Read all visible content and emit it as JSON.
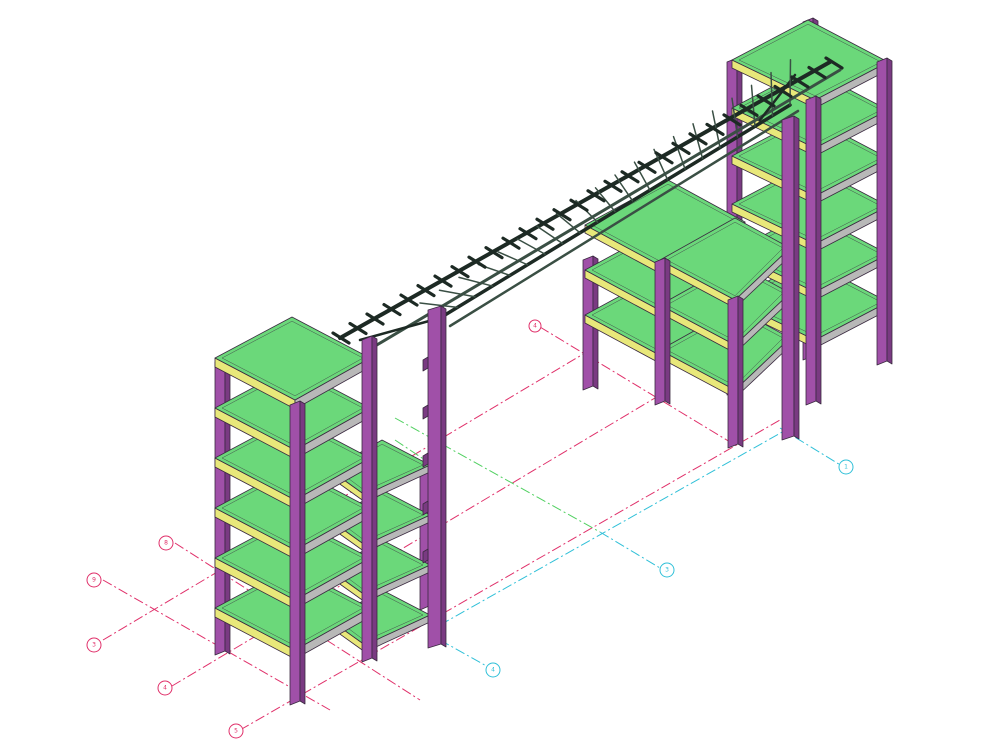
{
  "colors": {
    "background": "#ffffff",
    "slab_top": "#6bd87a",
    "slab_edge": "#e8e87a",
    "slab_side": "#b8b8b8",
    "column": "#a050a8",
    "column_dark": "#7a3a82",
    "column_edge": "#3a2a40",
    "truss": "#3a4f44",
    "truss_dark": "#1d2a24",
    "grid_red": "#e0306a",
    "grid_cyan": "#30c0d8",
    "grid_green": "#50d060"
  },
  "grid_labels": {
    "g1": "8",
    "g2": "9",
    "g3": "3",
    "g4": "4",
    "g5": "5",
    "g6": "4",
    "g7": "1",
    "g8": "3",
    "g9": "4"
  },
  "structure": {
    "left_tower_levels": 6,
    "right_tower_levels": 6,
    "mid_block_levels": 3,
    "truss_joists": 30
  }
}
